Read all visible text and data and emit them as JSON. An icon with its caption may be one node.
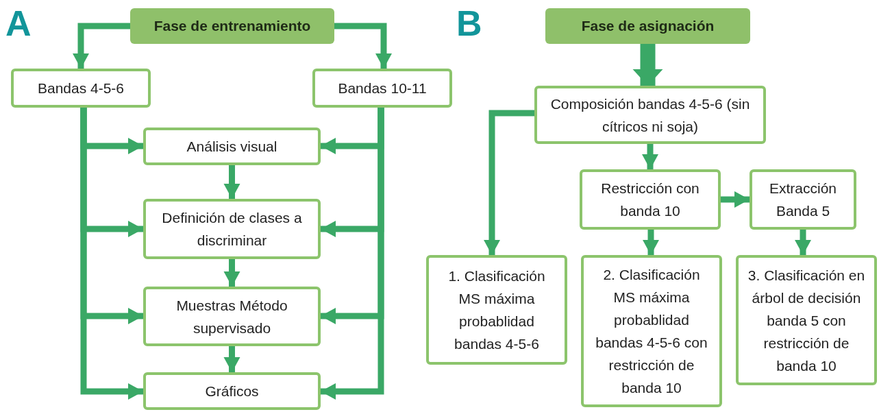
{
  "diagram": {
    "nodes": [
      {
        "text": [
          "Fase de entrenamiento"
        ]
      },
      {
        "text": [
          "Bandas 4-5-6"
        ]
      },
      {
        "text": [
          "Bandas 10-11"
        ]
      },
      {
        "text": [
          "Análisis visual"
        ]
      },
      {
        "text": [
          "Definición de clases a discriminar"
        ]
      },
      {
        "text": [
          "Muestras Método supervisado"
        ]
      },
      {
        "text": [
          "Gráficos"
        ]
      },
      {
        "text": [
          "Fase de asignación"
        ]
      },
      {
        "text": [
          "Composición bandas 4-5-6 (sin cítricos ni soja)"
        ]
      },
      {
        "text": [
          "Restricción con banda 10"
        ]
      },
      {
        "text": [
          "Extracción Banda 5"
        ]
      },
      {
        "text": [
          "1. Clasificación MS máxima probablidad bandas 4-5-6"
        ]
      },
      {
        "text": [
          "2. Clasificación MS máxima probablidad bandas 4-5-6 con restricción de banda 10"
        ]
      },
      {
        "text": [
          "3. Clasificación en árbol de decisión banda 5 con restricción de banda 10"
        ]
      }
    ],
    "edges": [
      {
        "from": 0,
        "to": 1,
        "arrow": "to"
      },
      {
        "from": 0,
        "to": 2,
        "arrow": "to"
      },
      {
        "from": 1,
        "to": 3,
        "arrow": "to"
      },
      {
        "from": 1,
        "to": 4,
        "arrow": "to"
      },
      {
        "from": 1,
        "to": 5,
        "arrow": "to"
      },
      {
        "from": 1,
        "to": 6,
        "arrow": "to"
      },
      {
        "from": 2,
        "to": 3,
        "arrow": "to"
      },
      {
        "from": 2,
        "to": 4,
        "arrow": "to"
      },
      {
        "from": 2,
        "to": 5,
        "arrow": "to"
      },
      {
        "from": 2,
        "to": 6,
        "arrow": "to"
      },
      {
        "from": 3,
        "to": 4,
        "arrow": "to"
      },
      {
        "from": 4,
        "to": 5,
        "arrow": "to"
      },
      {
        "from": 5,
        "to": 6,
        "arrow": "to"
      },
      {
        "from": 7,
        "to": 8,
        "arrow": "to",
        "style": "thick"
      },
      {
        "from": 8,
        "to": 11,
        "arrow": "to"
      },
      {
        "from": 8,
        "to": 9,
        "arrow": "to"
      },
      {
        "from": 9,
        "to": 10,
        "arrow": "to"
      },
      {
        "from": 9,
        "to": 12,
        "arrow": "to"
      },
      {
        "from": 10,
        "to": 13,
        "arrow": "to"
      }
    ],
    "labels": [
      "A",
      "B"
    ]
  }
}
